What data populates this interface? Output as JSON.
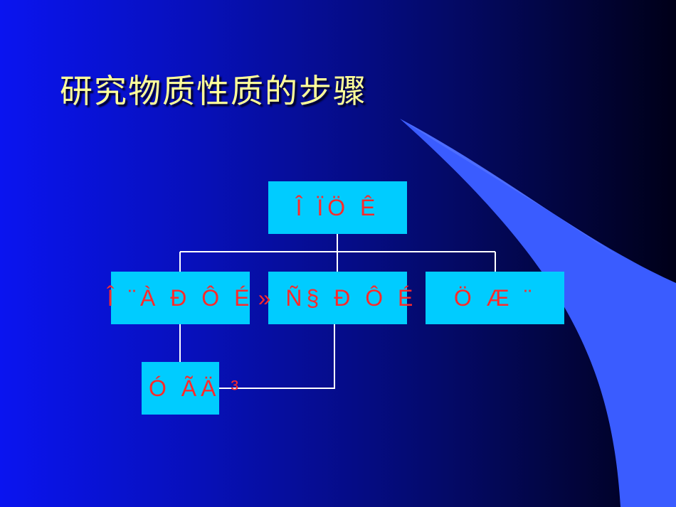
{
  "slide": {
    "title": "研究物质性质的步骤",
    "colors": {
      "title": "#ffff99",
      "box_fill": "#00ccff",
      "box_text": "#ff2a2a",
      "connector": "#ffffff",
      "swoosh": "#3a5cff"
    }
  },
  "diagram": {
    "root": "Î ÏÖ Ê",
    "children": [
      "Î ¨À Ð Ô É",
      "» Ñ§ Ð Ô É",
      "Ö Æ ¨"
    ],
    "grandchild": "Ó ÃÄ ³"
  }
}
